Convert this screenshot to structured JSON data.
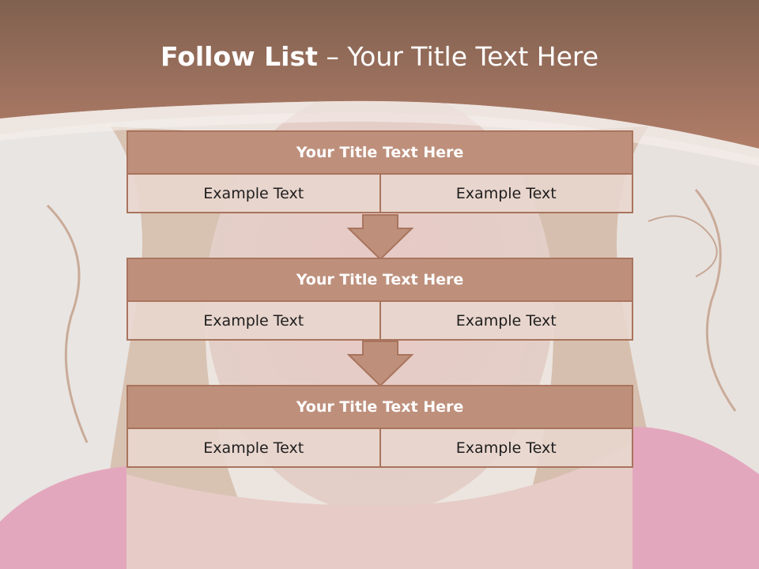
{
  "slide": {
    "title_bold": "Follow List",
    "title_rest": " – Your Title Text Here",
    "blocks": [
      {
        "title": "Your Title Text Here",
        "left": "Example Text",
        "right": "Example Text"
      },
      {
        "title": "Your Title Text Here",
        "left": "Example Text",
        "right": "Example Text"
      },
      {
        "title": "Your Title Text Here",
        "left": "Example Text",
        "right": "Example Text"
      }
    ]
  },
  "colors": {
    "header_band": "#a57462",
    "block_title_fill": "#be907c",
    "block_border": "#a9745d",
    "cell_fill": "#e8d6ce"
  }
}
